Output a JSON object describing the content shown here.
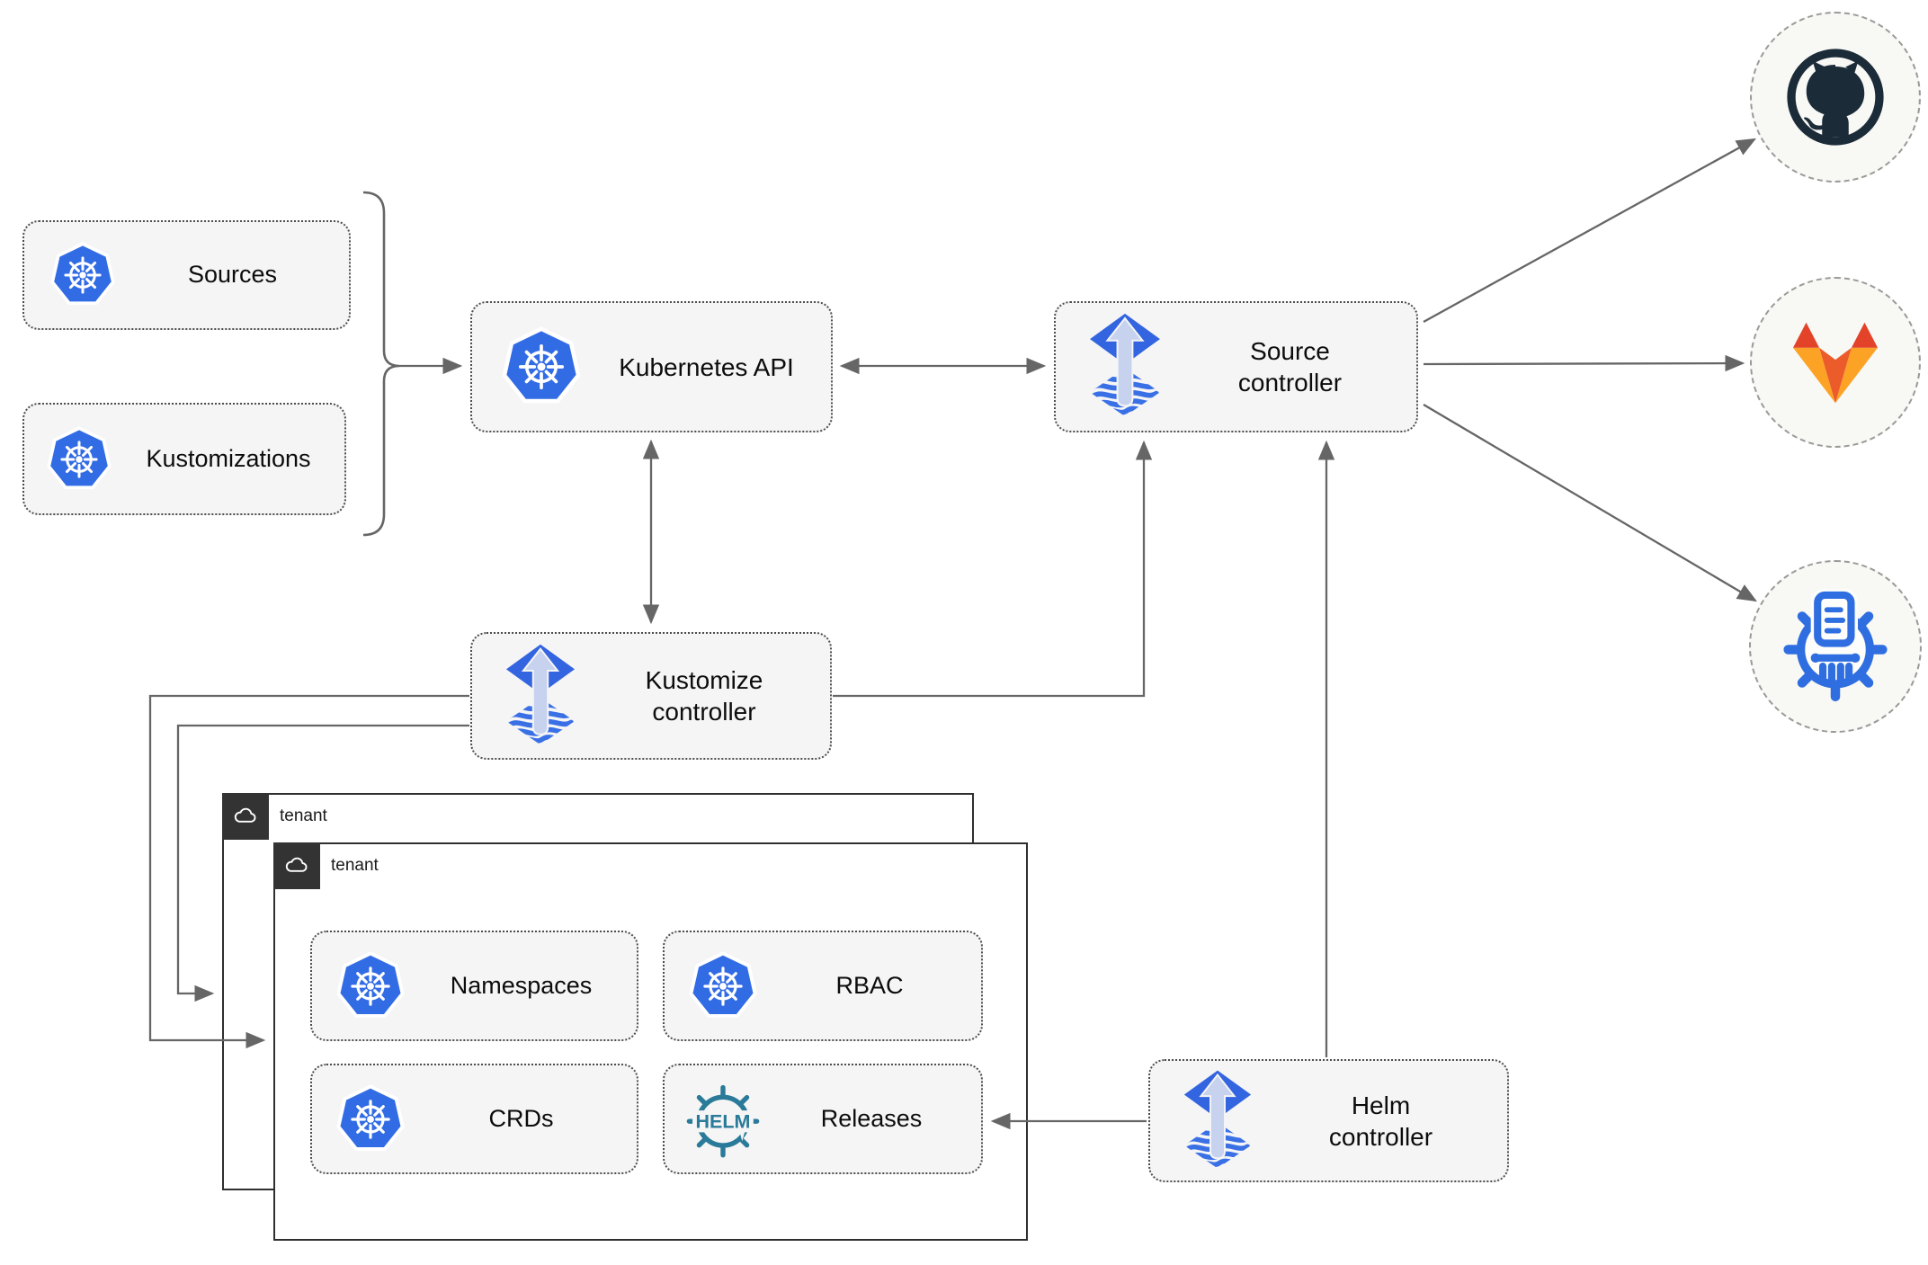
{
  "nodes": {
    "sources": {
      "label": "Sources"
    },
    "kustomizations": {
      "label": "Kustomizations"
    },
    "kubernetes_api": {
      "label": "Kubernetes API"
    },
    "source_controller": {
      "label": "Source controller"
    },
    "kustomize_controller": {
      "label": "Kustomize controller"
    },
    "helm_controller": {
      "label": "Helm controller"
    },
    "namespaces": {
      "label": "Namespaces"
    },
    "rbac": {
      "label": "RBAC"
    },
    "crds": {
      "label": "CRDs"
    },
    "releases": {
      "label": "Releases"
    }
  },
  "tenants": {
    "back": {
      "label": "tenant"
    },
    "front": {
      "label": "tenant"
    }
  },
  "logos": {
    "helm_wordmark": "HELM"
  },
  "icons": {
    "kubernetes": "kubernetes-wheel-icon",
    "flux": "flux-diamond-icon",
    "helm": "helm-wheel-icon",
    "cloud": "cloud-icon",
    "github": "github-octocat-icon",
    "gitlab": "gitlab-fox-icon",
    "registry": "container-registry-icon"
  },
  "colors": {
    "node_fill": "#f5f5f5",
    "connector_gray": "#666666",
    "tenant_border": "#2f2f2f",
    "kubernetes_blue": "#326ce5",
    "flux_blue": "#3465e0",
    "flux_arrow_light": "#c7d2ee",
    "helm_teal": "#2a7a99",
    "github_dark": "#1b2b38",
    "gitlab_red": "#e24329",
    "gitlab_orange": "#fc6d26",
    "gitlab_light_orange": "#fca326",
    "registry_blue": "#2f6ee0"
  }
}
